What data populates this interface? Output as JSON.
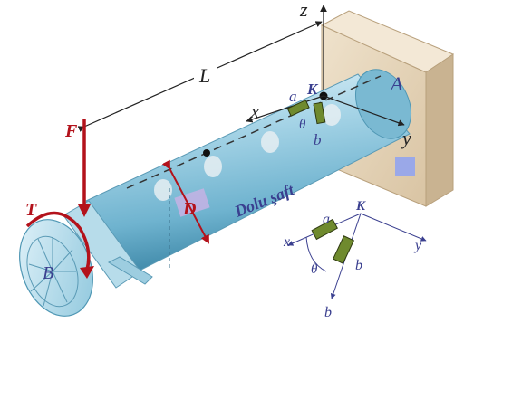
{
  "labels": {
    "z": "z",
    "L": "L",
    "A": "A",
    "K_top": "K",
    "a_top": "a",
    "b_top": "b",
    "theta_top": "θ",
    "x_top": "x",
    "y_top": "y",
    "F": "F",
    "T": "T",
    "D": "D",
    "B": "B",
    "shaft_text": "Dolu şaft",
    "K_detail": "K",
    "a_detail": "a",
    "b_detail": "b",
    "b_axis": "b",
    "x_detail": "x",
    "y_detail": "y",
    "theta_detail": "θ"
  },
  "colors": {
    "force": "#b3121b",
    "label_blue": "#3a3f8f",
    "shaft_light": "#d6eef7",
    "shaft_mid": "#8cc6dc",
    "shaft_dark": "#4f97b4",
    "wall_face": "#e8d8bf",
    "wall_side": "#c9b391",
    "marker": "#9aa8e8",
    "gauge_green": "#6f8a2e"
  }
}
